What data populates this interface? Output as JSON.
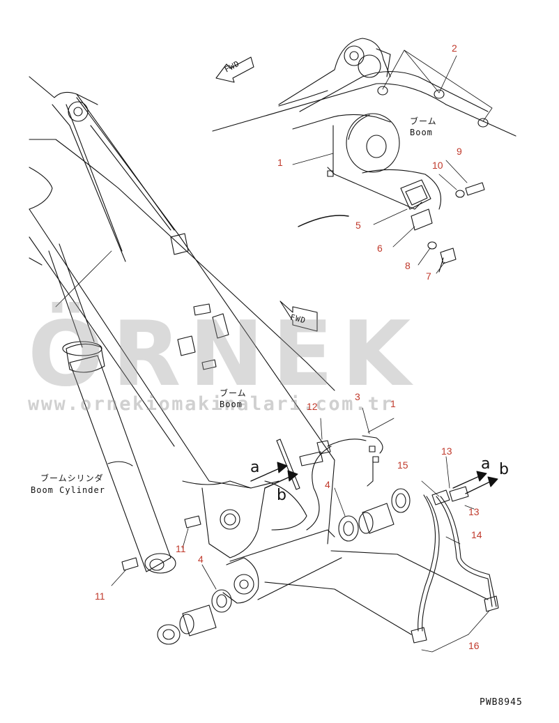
{
  "watermark": {
    "brand": "ÖRNEK",
    "url": "www.ornekiomakinalari.com.tr"
  },
  "drawing_code": "PWB8945",
  "fwd_labels": [
    "FWD",
    "FWD"
  ],
  "boom_labels": {
    "boom_upper_jp": "ブーム",
    "boom_upper_en": "Boom",
    "boom_mid_jp": "ブーム",
    "boom_mid_en": "Boom",
    "cylinder_jp": "ブームシリンダ",
    "cylinder_en": "Boom Cylinder"
  },
  "view_markers": [
    "a",
    "b",
    "a",
    "b"
  ],
  "part_numbers": [
    "1",
    "2",
    "9",
    "10",
    "5",
    "6",
    "8",
    "7",
    "3",
    "1",
    "12",
    "15",
    "13",
    "13",
    "4",
    "14",
    "11",
    "11",
    "4",
    "16"
  ],
  "colors": {
    "label_red": "#c0392b",
    "line": "#111111",
    "watermark": "#969696"
  }
}
